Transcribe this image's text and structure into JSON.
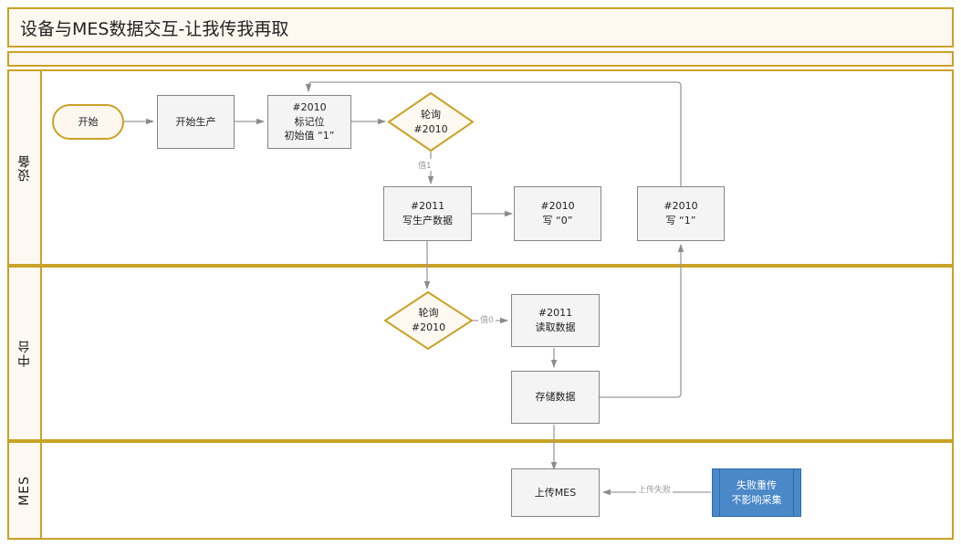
{
  "diagram": {
    "title": "设备与MES数据交互-让我传我再取",
    "accent_color": "#C9A227",
    "lane_header_bg": "#FDF8F2",
    "node_fill": "#F4F4F4",
    "node_border": "#868686",
    "connector_color": "#9A9A9A",
    "highlight_fill": "#4A88C7"
  },
  "lanes": [
    {
      "label": "设备"
    },
    {
      "label": "中台"
    },
    {
      "label": "MES"
    }
  ],
  "nodes": {
    "start": "开始",
    "start_production": "开始生产",
    "flag_init": "#2010\n标记位\n初始值 “1”",
    "poll_equipment": "轮询\n#2010",
    "write_prod_data": "#2011\n写生产数据",
    "write_zero": "#2010\n写 “0”",
    "write_one": "#2010\n写 “1”",
    "poll_platform": "轮询\n#2010",
    "read_data": "#2011\n读取数据",
    "store_data": "存储数据",
    "upload_mes": "上传MES",
    "retry_note": "失败重传\n不影响采集"
  },
  "edge_labels": {
    "value_one": "值1",
    "value_zero": "值0",
    "upload_failed": "上传失败"
  }
}
